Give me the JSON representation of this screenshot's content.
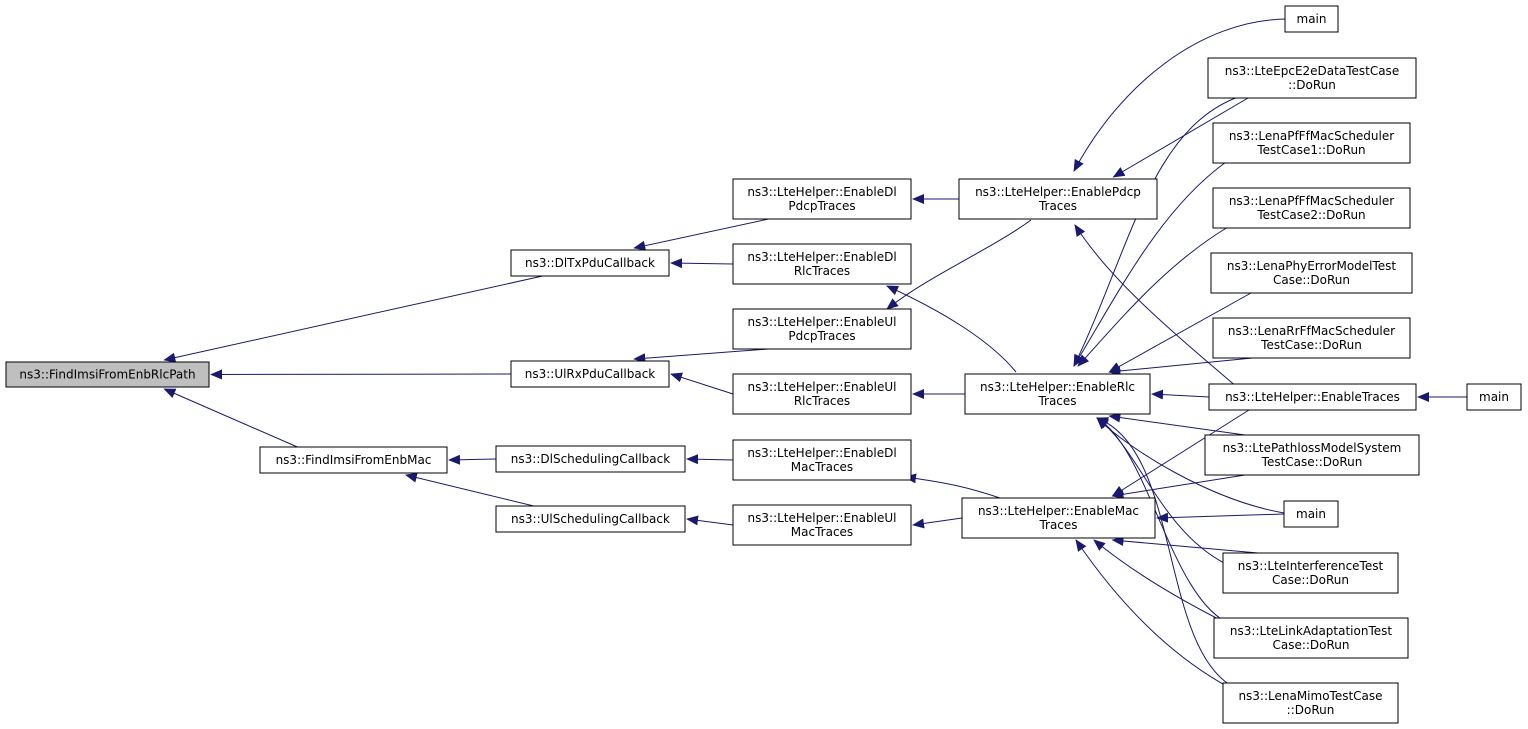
{
  "colors": {
    "edge": "#191970",
    "node_border": "#000000",
    "node_fill": "#ffffff",
    "root_fill": "#bfbfbf"
  },
  "nodes": [
    {
      "id": "root",
      "lines": [
        "ns3::FindImsiFromEnbRlcPath"
      ],
      "root": true
    },
    {
      "id": "dltxpdu",
      "lines": [
        "ns3::DlTxPduCallback"
      ]
    },
    {
      "id": "ulrxpdu",
      "lines": [
        "ns3::UlRxPduCallback"
      ]
    },
    {
      "id": "findmac",
      "lines": [
        "ns3::FindImsiFromEnbMac"
      ]
    },
    {
      "id": "dlsched",
      "lines": [
        "ns3::DlSchedulingCallback"
      ]
    },
    {
      "id": "ulsched",
      "lines": [
        "ns3::UlSchedulingCallback"
      ]
    },
    {
      "id": "endlpdcp",
      "lines": [
        "ns3::LteHelper::EnableDl",
        "PdcpTraces"
      ]
    },
    {
      "id": "endlrlc",
      "lines": [
        "ns3::LteHelper::EnableDl",
        "RlcTraces"
      ]
    },
    {
      "id": "enulpdcp",
      "lines": [
        "ns3::LteHelper::EnableUl",
        "PdcpTraces"
      ]
    },
    {
      "id": "enulrlc",
      "lines": [
        "ns3::LteHelper::EnableUl",
        "RlcTraces"
      ]
    },
    {
      "id": "endlmac",
      "lines": [
        "ns3::LteHelper::EnableDl",
        "MacTraces"
      ]
    },
    {
      "id": "enulmac",
      "lines": [
        "ns3::LteHelper::EnableUl",
        "MacTraces"
      ]
    },
    {
      "id": "enpdcp",
      "lines": [
        "ns3::LteHelper::EnablePdcp",
        "Traces"
      ]
    },
    {
      "id": "enrlc",
      "lines": [
        "ns3::LteHelper::EnableRlc",
        "Traces"
      ]
    },
    {
      "id": "enmac",
      "lines": [
        "ns3::LteHelper::EnableMac",
        "Traces"
      ]
    },
    {
      "id": "main1",
      "lines": [
        "main"
      ]
    },
    {
      "id": "epce2e",
      "lines": [
        "ns3::LteEpcE2eDataTestCase",
        "::DoRun"
      ]
    },
    {
      "id": "pff1",
      "lines": [
        "ns3::LenaPfFfMacScheduler",
        "TestCase1::DoRun"
      ]
    },
    {
      "id": "pff2",
      "lines": [
        "ns3::LenaPfFfMacScheduler",
        "TestCase2::DoRun"
      ]
    },
    {
      "id": "phyerr",
      "lines": [
        "ns3::LenaPhyErrorModelTest",
        "Case::DoRun"
      ]
    },
    {
      "id": "rrff",
      "lines": [
        "ns3::LenaRrFfMacScheduler",
        "TestCase::DoRun"
      ]
    },
    {
      "id": "entraces",
      "lines": [
        "ns3::LteHelper::EnableTraces"
      ]
    },
    {
      "id": "main3",
      "lines": [
        "main"
      ]
    },
    {
      "id": "pathloss",
      "lines": [
        "ns3::LtePathlossModelSystem",
        "TestCase::DoRun"
      ]
    },
    {
      "id": "main2",
      "lines": [
        "main"
      ]
    },
    {
      "id": "interf",
      "lines": [
        "ns3::LteInterferenceTest",
        "Case::DoRun"
      ]
    },
    {
      "id": "linkadapt",
      "lines": [
        "ns3::LteLinkAdaptationTest",
        "Case::DoRun"
      ]
    },
    {
      "id": "mimo",
      "lines": [
        "ns3::LenaMimoTestCase",
        "::DoRun"
      ]
    }
  ],
  "edges": [
    [
      "dltxpdu",
      "root"
    ],
    [
      "ulrxpdu",
      "root"
    ],
    [
      "findmac",
      "root"
    ],
    [
      "dlsched",
      "findmac"
    ],
    [
      "ulsched",
      "findmac"
    ],
    [
      "endlpdcp",
      "dltxpdu"
    ],
    [
      "endlrlc",
      "dltxpdu"
    ],
    [
      "enulpdcp",
      "ulrxpdu"
    ],
    [
      "enulrlc",
      "ulrxpdu"
    ],
    [
      "endlmac",
      "dlsched"
    ],
    [
      "enulmac",
      "ulsched"
    ],
    [
      "enpdcp",
      "endlpdcp"
    ],
    [
      "enpdcp",
      "enulpdcp"
    ],
    [
      "enrlc",
      "endlrlc"
    ],
    [
      "enrlc",
      "enulrlc"
    ],
    [
      "enmac",
      "endlmac"
    ],
    [
      "enmac",
      "enulmac"
    ],
    [
      "main1",
      "enpdcp"
    ],
    [
      "epce2e",
      "enpdcp"
    ],
    [
      "entraces",
      "enpdcp"
    ],
    [
      "epce2e",
      "enrlc"
    ],
    [
      "pff1",
      "enrlc"
    ],
    [
      "pff2",
      "enrlc"
    ],
    [
      "phyerr",
      "enrlc"
    ],
    [
      "rrff",
      "enrlc"
    ],
    [
      "entraces",
      "enrlc"
    ],
    [
      "pathloss",
      "enrlc"
    ],
    [
      "main2",
      "enrlc"
    ],
    [
      "interf",
      "enrlc"
    ],
    [
      "linkadapt",
      "enrlc"
    ],
    [
      "mimo",
      "enrlc"
    ],
    [
      "entraces",
      "enmac"
    ],
    [
      "pathloss",
      "enmac"
    ],
    [
      "main2",
      "enmac"
    ],
    [
      "interf",
      "enmac"
    ],
    [
      "linkadapt",
      "enmac"
    ],
    [
      "mimo",
      "enmac"
    ],
    [
      "main3",
      "entraces"
    ]
  ]
}
